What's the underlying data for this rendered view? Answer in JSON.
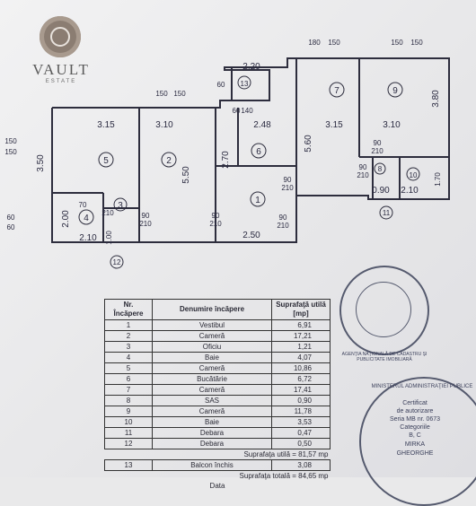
{
  "logo": {
    "brand": "VAULT",
    "tagline": "ESTATE"
  },
  "plan": {
    "rooms": [
      {
        "num": "1"
      },
      {
        "num": "2"
      },
      {
        "num": "3"
      },
      {
        "num": "4"
      },
      {
        "num": "5"
      },
      {
        "num": "6"
      },
      {
        "num": "7"
      },
      {
        "num": "9"
      },
      {
        "num": "8"
      },
      {
        "num": "10"
      },
      {
        "num": "11"
      },
      {
        "num": "12"
      },
      {
        "num": "13"
      }
    ],
    "dims": {
      "d315a": "3.15",
      "d310a": "3.10",
      "d248": "2.48",
      "d315b": "3.15",
      "d310b": "3.10",
      "d220": "2.20",
      "d350": "3.50",
      "d550": "5.50",
      "d560": "5.60",
      "d380": "3.80",
      "d270": "2.70",
      "d250": "2.50",
      "d210a": "2.10",
      "d200": "2.00",
      "d100": "1.00",
      "d090": "0.90",
      "d210b": "2.10",
      "d170": "1.70",
      "d150a": "150",
      "d150b": "150",
      "d150c": "150",
      "d150d": "150",
      "d180": "180",
      "d150e": "150",
      "d150f": "150",
      "d150g": "150",
      "d90a": "90",
      "d210c": "210",
      "d90b": "90",
      "d210d": "210",
      "d90c": "90",
      "d210e": "210",
      "d90d": "90",
      "d210f": "210",
      "d70": "70",
      "d210g": "210",
      "d90e": "90",
      "d210h": "210",
      "d60a": "60",
      "d60b": "60",
      "d60c": "60",
      "d60d": "60",
      "d140": "140",
      "d210i": "210",
      "d90f": "90"
    }
  },
  "table": {
    "header": {
      "nr": "Nr.\nÎncăpere",
      "name": "Denumire încăpere",
      "area": "Suprafaţă utilă\n[mp]"
    },
    "rows": [
      {
        "nr": "1",
        "name": "Vestibul",
        "area": "6,91"
      },
      {
        "nr": "2",
        "name": "Cameră",
        "area": "17,21"
      },
      {
        "nr": "3",
        "name": "Oficiu",
        "area": "1,21"
      },
      {
        "nr": "4",
        "name": "Baie",
        "area": "4,07"
      },
      {
        "nr": "5",
        "name": "Cameră",
        "area": "10,86"
      },
      {
        "nr": "6",
        "name": "Bucătărie",
        "area": "6,72"
      },
      {
        "nr": "7",
        "name": "Cameră",
        "area": "17,41"
      },
      {
        "nr": "8",
        "name": "SAS",
        "area": "0,90"
      },
      {
        "nr": "9",
        "name": "Cameră",
        "area": "11,78"
      },
      {
        "nr": "10",
        "name": "Baie",
        "area": "3,53"
      },
      {
        "nr": "11",
        "name": "Debara",
        "area": "0,47"
      },
      {
        "nr": "12",
        "name": "Debara",
        "area": "0,50"
      }
    ],
    "useful_total": "Suprafaţa utilă = 81,57 mp",
    "balcony_row": {
      "nr": "13",
      "name": "Balcon închis",
      "area": "3,08"
    },
    "grand_total": "Suprafaţa totală = 84,65 mp",
    "footer": "Data"
  },
  "stamps": {
    "stamp1_text": "AGENŢIA NAŢIONALĂ DE CADASTRU ŞI PUBLICITATE IMOBILIARĂ",
    "stamp2_lines": [
      "MINISTERUL ADMINISTRAŢIEI PUBLICE",
      "Certificat",
      "de autorizare",
      "Seria MB nr. 0673",
      "Categoriile",
      "B, C",
      "MIRKA",
      "GHEORGHE"
    ]
  }
}
